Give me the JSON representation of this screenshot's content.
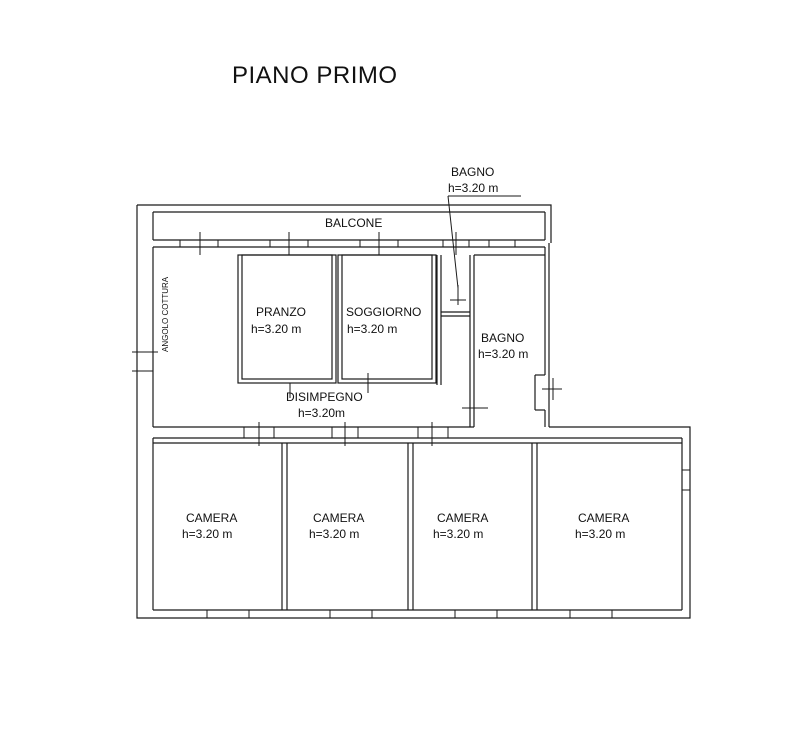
{
  "title": "PIANO PRIMO",
  "rooms": {
    "balcone": {
      "name": "BALCONE"
    },
    "bagno_top": {
      "name": "BAGNO",
      "height": "h=3.20 m"
    },
    "angolo_cottura": {
      "name": "ANGOLO COTTURA"
    },
    "pranzo": {
      "name": "PRANZO",
      "height": "h=3.20 m"
    },
    "soggiorno": {
      "name": "SOGGIORNO",
      "height": "h=3.20 m"
    },
    "bagno_right": {
      "name": "BAGNO",
      "height": "h=3.20 m"
    },
    "disimpegno": {
      "name": "DISIMPEGNO",
      "height": "h=3.20m"
    },
    "camera_1": {
      "name": "CAMERA",
      "height": "h=3.20 m"
    },
    "camera_2": {
      "name": "CAMERA",
      "height": "h=3.20 m"
    },
    "camera_3": {
      "name": "CAMERA",
      "height": "h=3.20 m"
    },
    "camera_4": {
      "name": "CAMERA",
      "height": "h=3.20 m"
    }
  }
}
